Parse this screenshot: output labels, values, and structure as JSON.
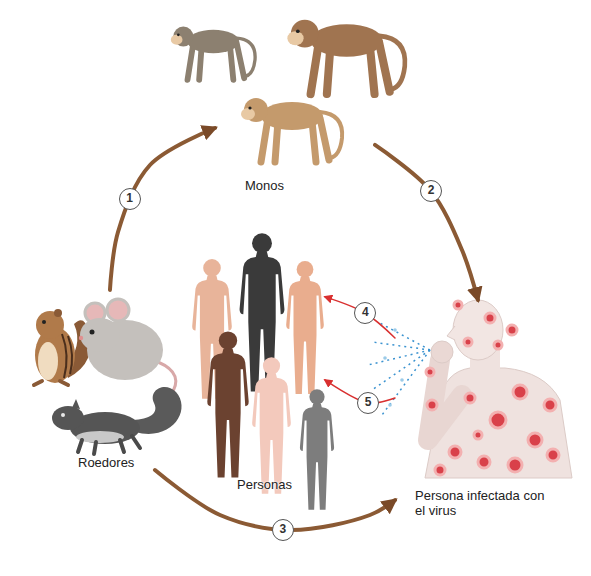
{
  "diagram": {
    "nodes": [
      {
        "text": [
          "Monos"
        ]
      },
      {
        "text": [
          "Roedores"
        ]
      },
      {
        "text": [
          "Personas"
        ]
      },
      {
        "text": [
          "Persona infectada con el virus"
        ]
      }
    ],
    "edges": [
      {
        "from": 1,
        "to": 0,
        "label": "1",
        "arrow": "to"
      },
      {
        "from": 0,
        "to": 3,
        "label": "2",
        "arrow": "to"
      },
      {
        "from": 1,
        "to": 3,
        "label": "3",
        "arrow": "to"
      },
      {
        "from": 3,
        "to": 2,
        "label": "4",
        "arrow": "to"
      },
      {
        "from": 3,
        "to": 2,
        "label": "5",
        "arrow": "to"
      }
    ]
  }
}
